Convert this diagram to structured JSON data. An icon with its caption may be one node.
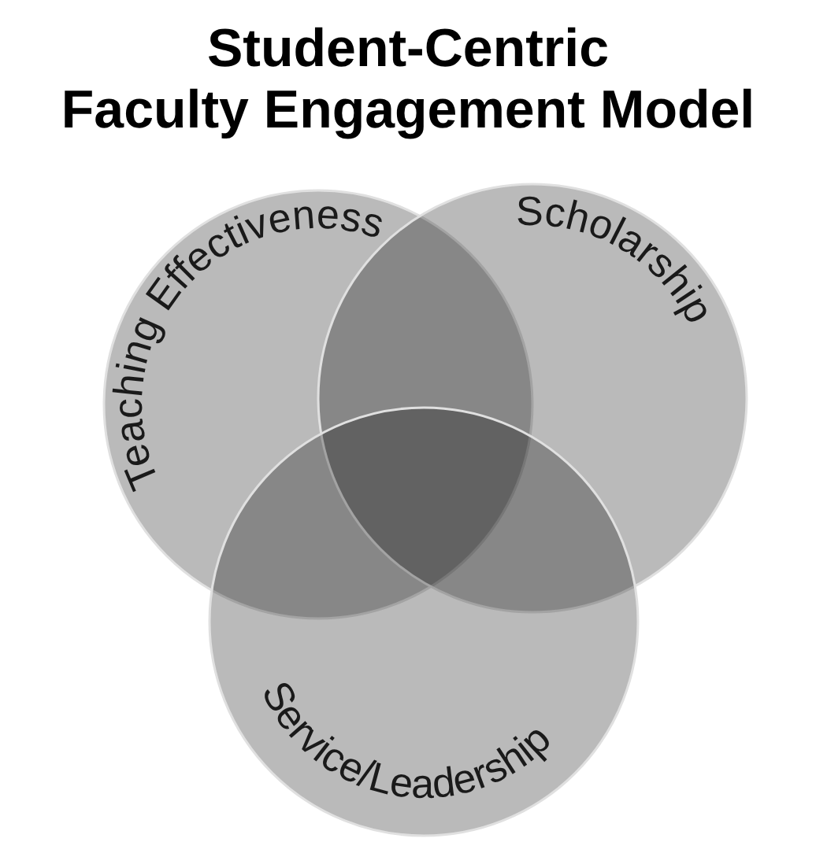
{
  "diagram": {
    "title": "Student-Centric Faculty Engagement Model",
    "nodes": [
      {
        "text": [
          "Teaching Effectiveness"
        ]
      },
      {
        "text": [
          "Scholarship"
        ]
      },
      {
        "text": [
          "Service/Leadership"
        ]
      }
    ]
  }
}
